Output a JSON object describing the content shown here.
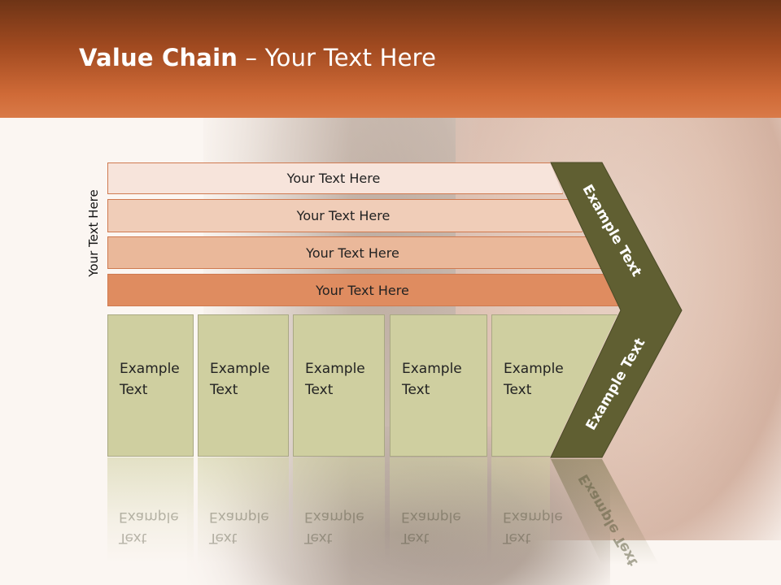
{
  "title": {
    "bold": "Value Chain",
    "rest": " – Your Text Here"
  },
  "side_label": "Your Text Here",
  "bands": [
    "Your Text Here",
    "Your Text Here",
    "Your Text Here",
    "Your Text Here"
  ],
  "boxes": [
    {
      "line1": "Example",
      "line2": "Text"
    },
    {
      "line1": "Example",
      "line2": "Text"
    },
    {
      "line1": "Example",
      "line2": "Text"
    },
    {
      "line1": "Example",
      "line2": "Text"
    },
    {
      "line1": "Example",
      "line2": "Text"
    }
  ],
  "chevron": {
    "upper": "Example Text",
    "lower": "Example Text"
  },
  "colors": {
    "header": "#cf6a37",
    "chevron": "#605f32",
    "boxes": "#cfcfa0",
    "band_darkest": "#df8c60"
  }
}
